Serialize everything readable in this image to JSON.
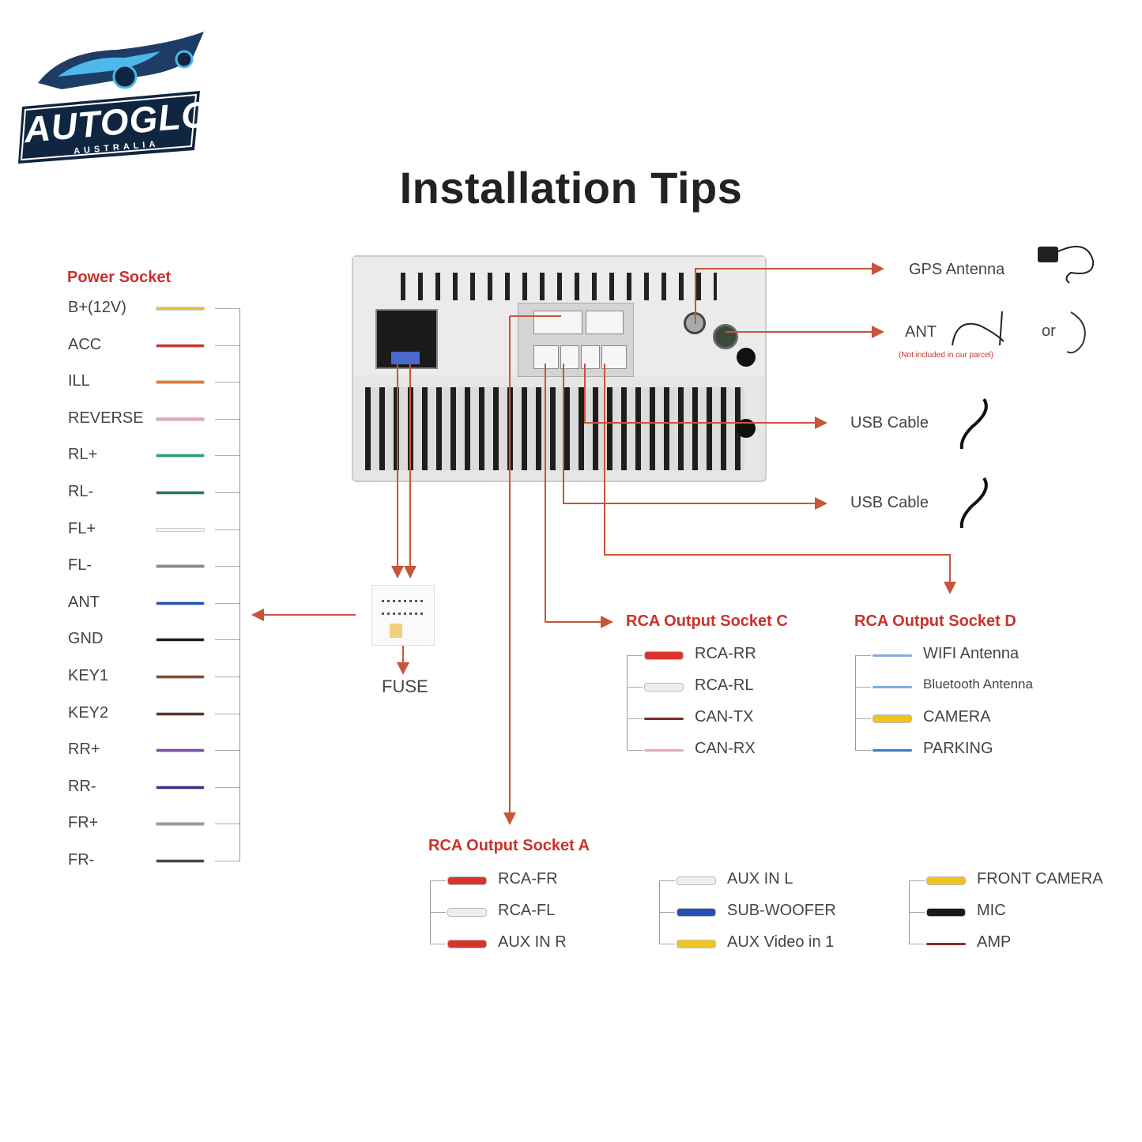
{
  "logo": {
    "brand": "AUTOGLO",
    "sub": "AUSTRALIA"
  },
  "title": "Installation Tips",
  "power_socket": {
    "heading": "Power Socket",
    "wires": [
      {
        "label": "B+(12V)",
        "color": "#e8c230"
      },
      {
        "label": "ACC",
        "color": "#d9342b"
      },
      {
        "label": "ILL",
        "color": "#e8792d"
      },
      {
        "label": "REVERSE",
        "color": "#e9a7b4"
      },
      {
        "label": "RL+",
        "color": "#27a07a"
      },
      {
        "label": "RL-",
        "color": "#1e7a5e"
      },
      {
        "label": "FL+",
        "color": "#f4f4f4"
      },
      {
        "label": "FL-",
        "color": "#8a8a8a"
      },
      {
        "label": "ANT",
        "color": "#2250b8"
      },
      {
        "label": "GND",
        "color": "#1a1a1a"
      },
      {
        "label": "KEY1",
        "color": "#8a4a2a"
      },
      {
        "label": "KEY2",
        "color": "#5a3324"
      },
      {
        "label": "RR+",
        "color": "#7a4fb0"
      },
      {
        "label": "RR-",
        "color": "#3a2f8a"
      },
      {
        "label": "FR+",
        "color": "#9a9a9a"
      },
      {
        "label": "FR-",
        "color": "#444444"
      }
    ]
  },
  "fuse": {
    "label": "FUSE"
  },
  "gps": {
    "label": "GPS Antenna"
  },
  "ant": {
    "label": "ANT",
    "note": "(Not included in our parcel)",
    "or": "or"
  },
  "usb": [
    {
      "label": "USB  Cable"
    },
    {
      "label": "USB Cable"
    }
  ],
  "socket_c": {
    "heading": "RCA Output Socket C",
    "items": [
      {
        "label": "RCA-RR",
        "color": "#d9342b",
        "type": "rca"
      },
      {
        "label": "RCA-RL",
        "color": "#eeeeee",
        "type": "rca"
      },
      {
        "label": "CAN-TX",
        "color": "#7a2a2a",
        "type": "wire"
      },
      {
        "label": "CAN-RX",
        "color": "#e9a7b4",
        "type": "wire"
      }
    ]
  },
  "socket_d": {
    "heading": "RCA Output Socket D",
    "items": [
      {
        "label": "WIFI Antenna",
        "color": "#7fb0e0",
        "type": "wire"
      },
      {
        "label": "Bluetooth Antenna",
        "color": "#7fb0e0",
        "type": "wire"
      },
      {
        "label": "CAMERA",
        "color": "#f0c420",
        "type": "rca"
      },
      {
        "label": "PARKING",
        "color": "#3a7ac8",
        "type": "wire"
      }
    ]
  },
  "socket_a": {
    "heading": "RCA Output Socket A",
    "groups": [
      [
        {
          "label": "RCA-FR",
          "color": "#d9342b",
          "type": "rca"
        },
        {
          "label": "RCA-FL",
          "color": "#eeeeee",
          "type": "rca"
        },
        {
          "label": "AUX IN R",
          "color": "#d9342b",
          "type": "rca"
        }
      ],
      [
        {
          "label": "AUX IN L",
          "color": "#eeeeee",
          "type": "rca"
        },
        {
          "label": "SUB-WOOFER",
          "color": "#2250b8",
          "type": "rca"
        },
        {
          "label": "AUX Video in 1",
          "color": "#f0c420",
          "type": "rca"
        }
      ],
      [
        {
          "label": "FRONT CAMERA",
          "color": "#f0c420",
          "type": "rca"
        },
        {
          "label": "MIC",
          "color": "#1a1a1a",
          "type": "rca"
        },
        {
          "label": "AMP",
          "color": "#8a2a2a",
          "type": "wire"
        }
      ]
    ]
  },
  "colors": {
    "accent": "#c8332b",
    "line": "#c8553a"
  }
}
